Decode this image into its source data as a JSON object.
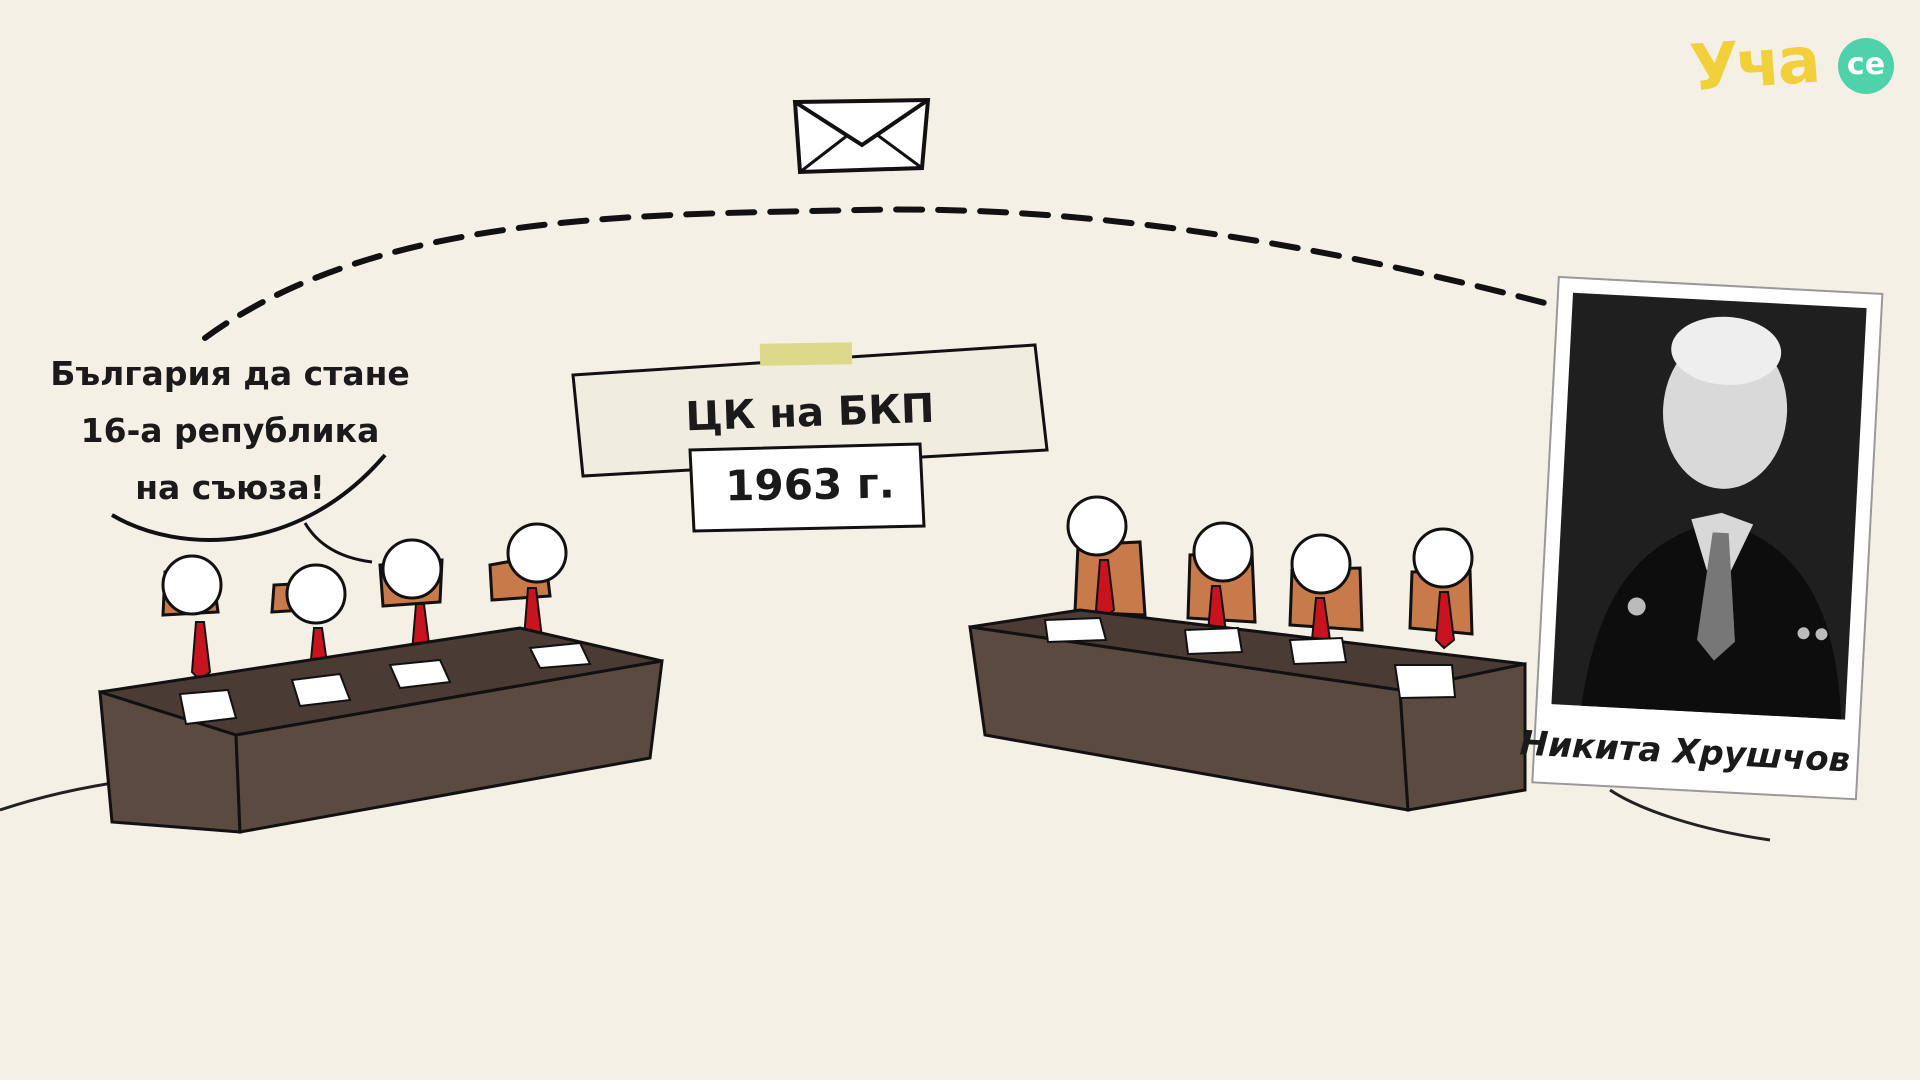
{
  "logo": {
    "name": "Уча",
    "suffix": "се"
  },
  "speech_bubble": {
    "lines": [
      "България да стане",
      "16-а република",
      "на съюза!"
    ]
  },
  "labels": {
    "organization": "ЦК на БКП",
    "year": "1963 г."
  },
  "photo": {
    "caption": "Никита Хрушчов"
  },
  "icons": {
    "envelope": "envelope-icon"
  },
  "colors": {
    "background": "#f5f0e6",
    "table": "#5a4a40",
    "chair": "#c87a4a",
    "tie": "#c8141e",
    "logo_yellow": "#f2d03b",
    "logo_green": "#4fd1a9",
    "highlight_tape": "#dcd98a"
  }
}
